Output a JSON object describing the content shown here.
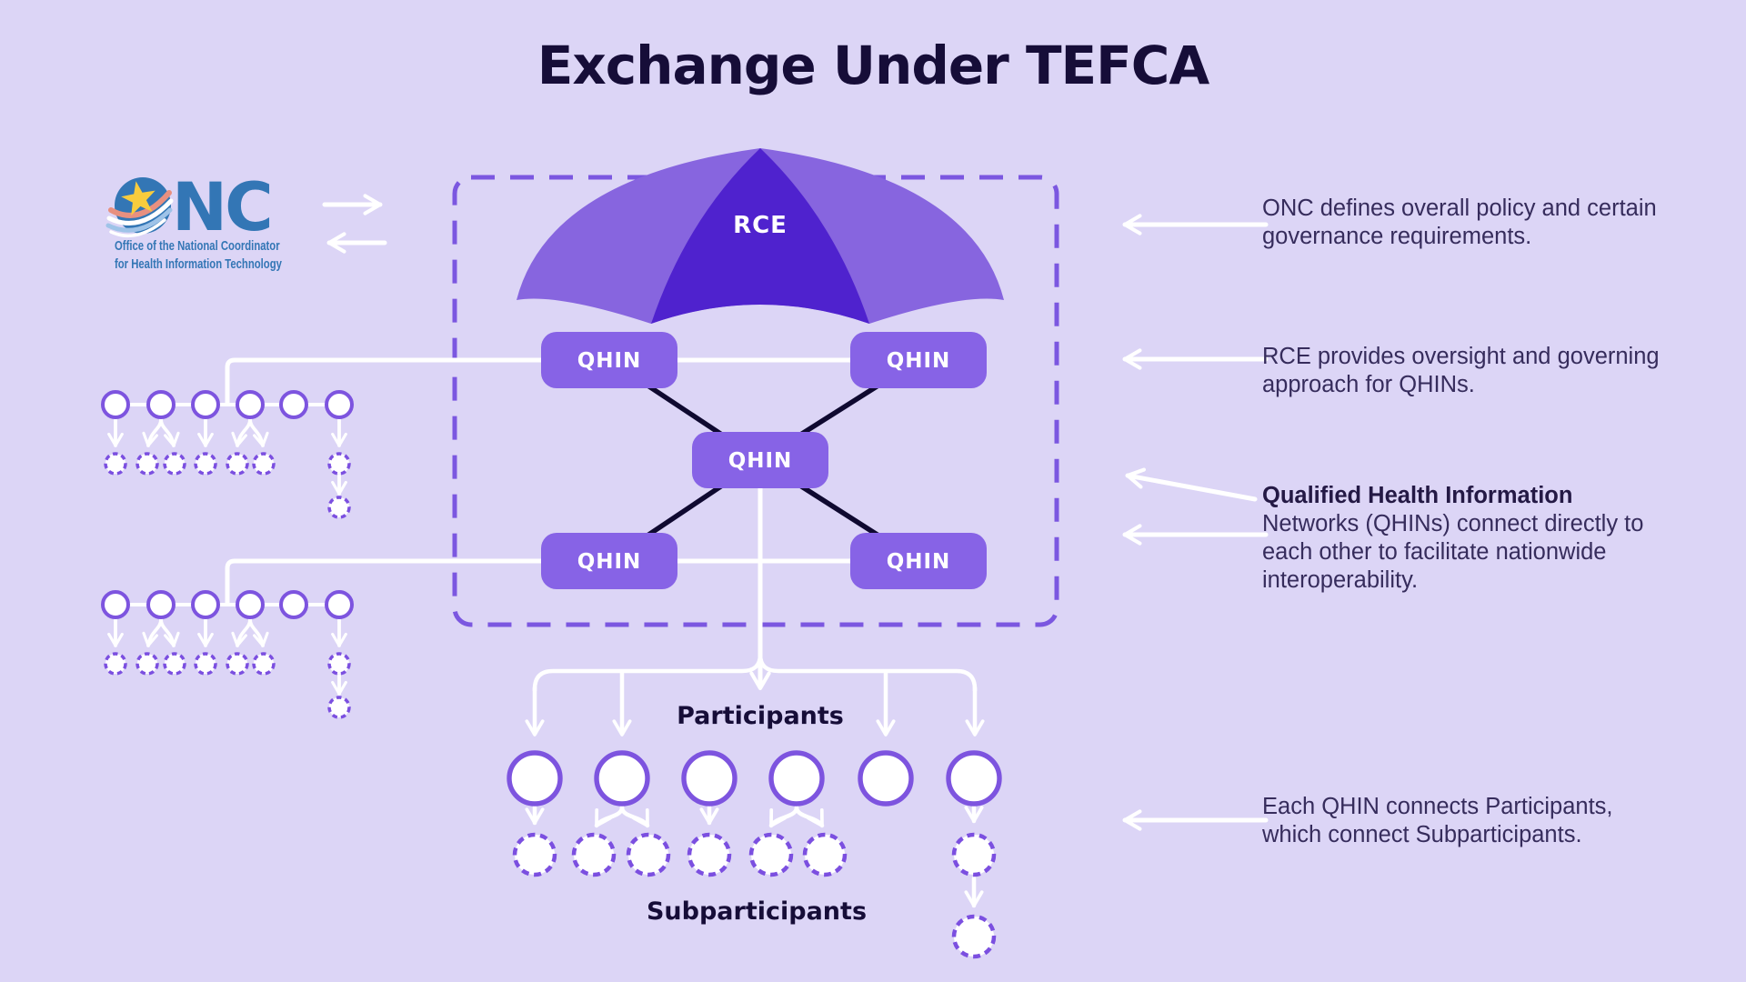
{
  "title": "Exchange Under TEFCA",
  "onc": {
    "acronym_text": "NC",
    "caption_line1": "Office of the National Coordinator",
    "caption_line2": "for Health Information Technology"
  },
  "diagram": {
    "rce_label": "RCE",
    "qhin_labels": [
      "QHIN",
      "QHIN",
      "QHIN",
      "QHIN",
      "QHIN"
    ],
    "participants_label": "Participants",
    "subparticipants_label": "Subparticipants"
  },
  "annotations": [
    {
      "lines": [
        "ONC defines overall policy and certain",
        "governance requirements."
      ]
    },
    {
      "lines": [
        "RCE provides oversight and governing",
        "approach for QHINs."
      ]
    },
    {
      "bold_line": "Qualified Health Information",
      "lines": [
        "Networks (QHINs) connect directly to",
        "each other to facilitate nationwide",
        "interoperability."
      ]
    },
    {
      "lines": [
        "Each QHIN connects Participants,",
        "which connect Subparticipants."
      ]
    }
  ],
  "colors": {
    "background": "#DCD5F6",
    "outline_purple": "#7B57E0",
    "qhin_box": "#8763E6",
    "umbrella_light": "#8765DF",
    "umbrella_dark": "#4F22CE",
    "node_purple": "#7D54DF",
    "dashed_node_purple": "#7B4FE0",
    "connector_dark": "#0F0930",
    "connector_white": "#FFFFFF",
    "heading_text": "#160D38",
    "body_text": "#362C5C",
    "onc_blue": "#3376B5",
    "star_yellow": "#F8CC3D",
    "swoosh_salmon": "#E89080",
    "swoosh_blue": "#9FC3E8"
  }
}
